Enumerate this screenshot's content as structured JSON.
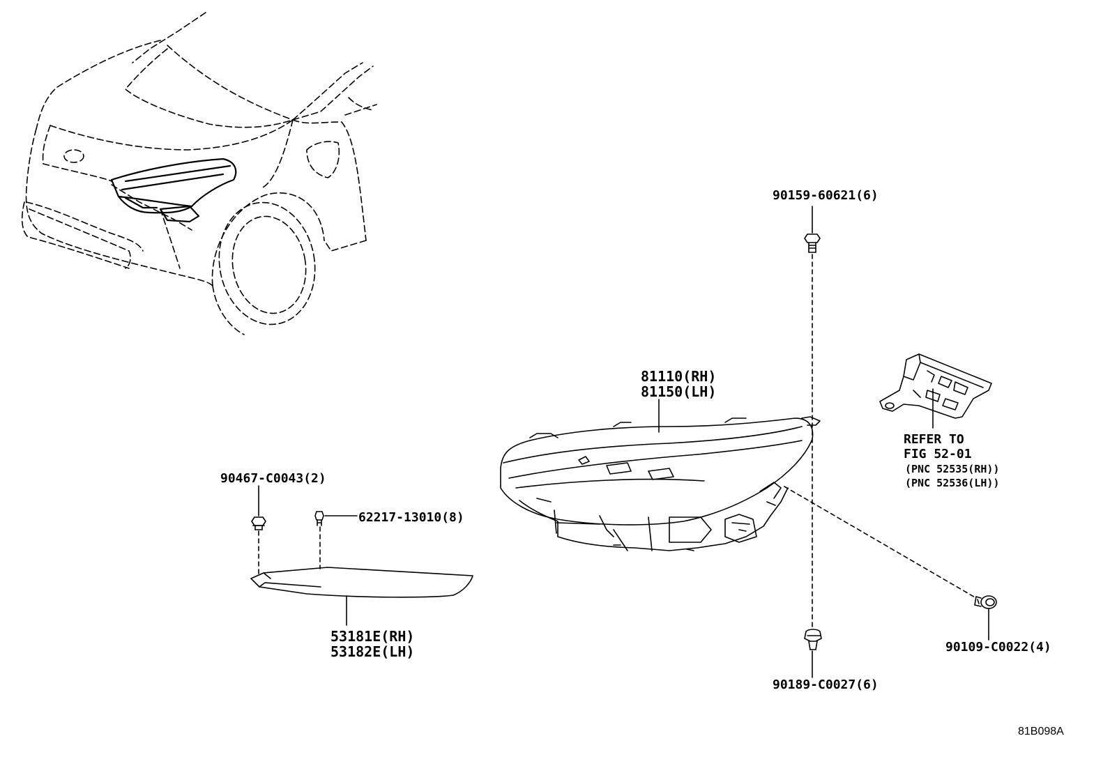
{
  "diagram_id": "81B098A",
  "parts": {
    "bolt_top": "90159-60621(6)",
    "headlamp_rh": "81110(RH)",
    "headlamp_lh": "81150(LH)",
    "nut_left": "90467-C0043(2)",
    "clip": "62217-13010(8)",
    "cover_rh": "53181E(RH)",
    "cover_lh": "53182E(LH)",
    "screw_bottom": "90189-C0027(6)",
    "screw_right": "90109-C0022(4)"
  },
  "refer": {
    "line1": "REFER TO",
    "line2": "FIG 52-01",
    "pnc_rh": "(PNC 52535(RH))",
    "pnc_lh": "(PNC 52536(LH))"
  }
}
